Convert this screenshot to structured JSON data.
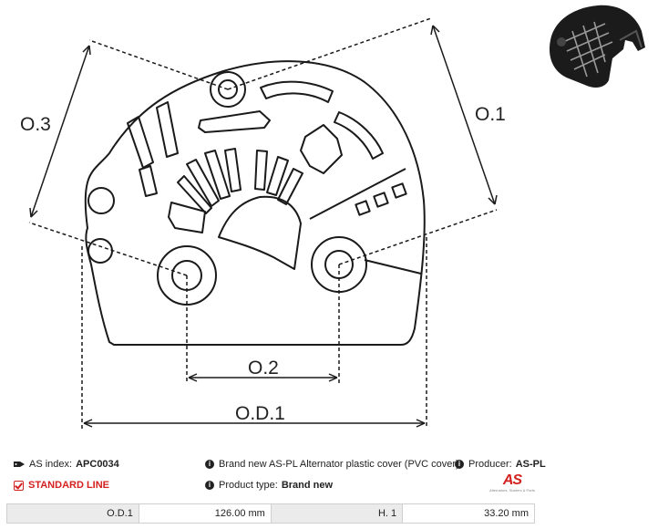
{
  "dimensions": {
    "od1": "O.D.1",
    "o1": "O.1",
    "o2": "O.2",
    "o3": "O.3"
  },
  "info": {
    "as_index_label": "AS index:",
    "as_index_value": "APC0034",
    "standard_line": "STANDARD LINE",
    "description": "Brand new AS-PL Alternator plastic cover (PVC cover)",
    "product_type_label": "Product type:",
    "product_type_value": "Brand new",
    "producer_label": "Producer:",
    "producer_value": "AS-PL"
  },
  "logo": {
    "mark": "AS",
    "tagline": "Alternators, Starters & Parts"
  },
  "specs": [
    {
      "key": "O.D.1",
      "value": "126.00 mm"
    },
    {
      "key": "H. 1",
      "value": "33.20 mm"
    }
  ],
  "colors": {
    "brand_red": "#d4201f",
    "line": "#1a1a1a"
  },
  "icons": {
    "tag": "tag-icon",
    "info": "info-icon",
    "check": "checkbox-icon"
  }
}
